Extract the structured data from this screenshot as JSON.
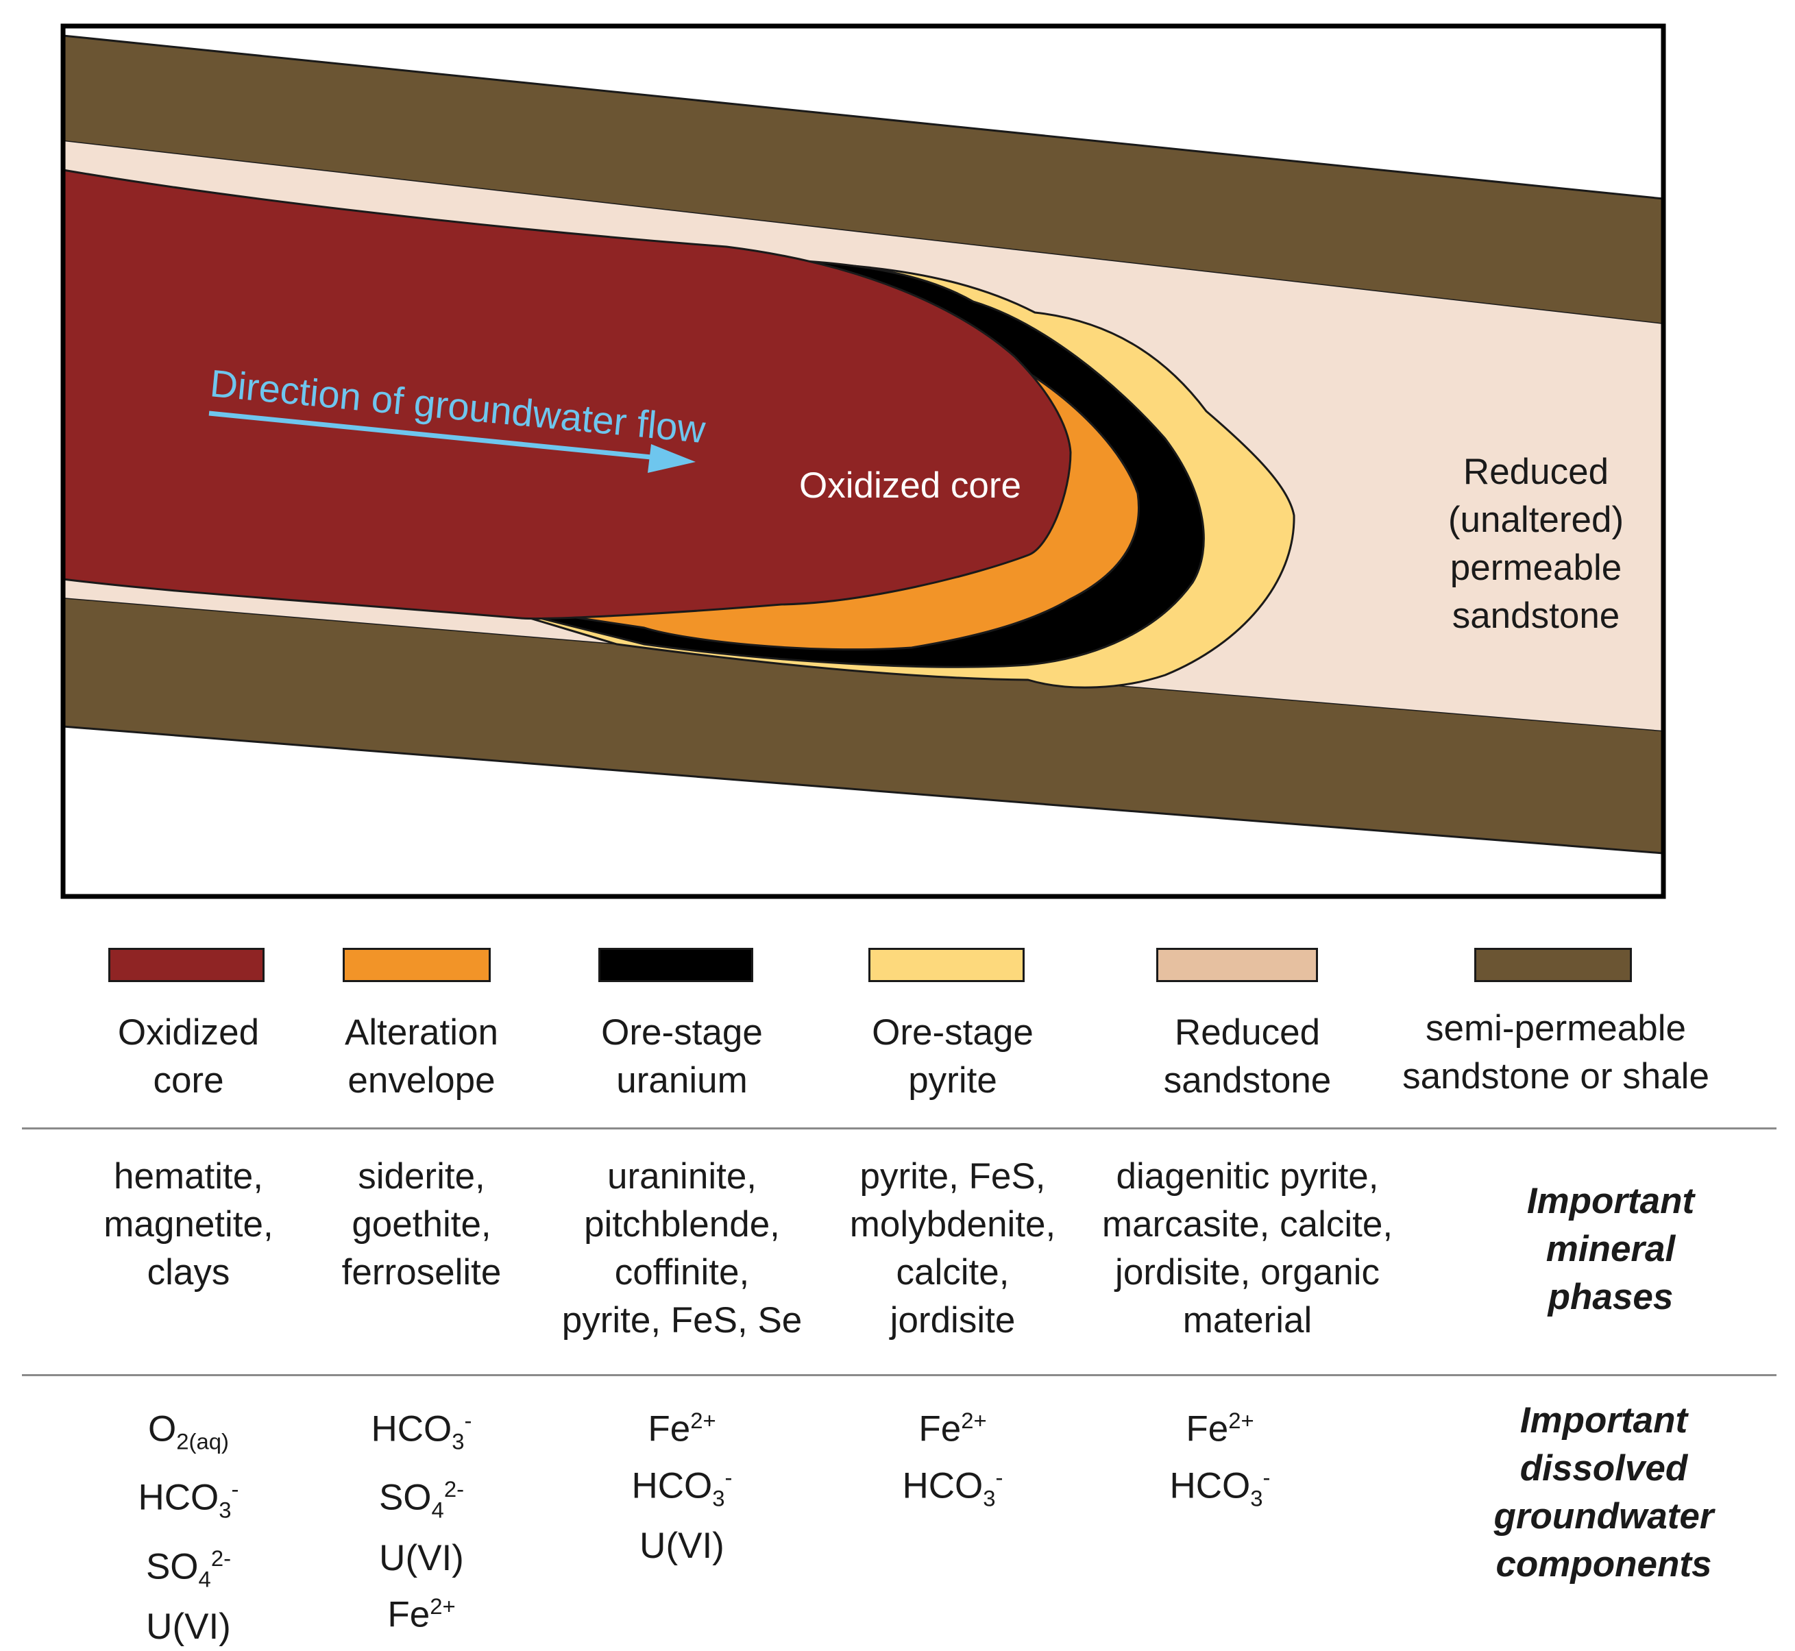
{
  "colors": {
    "oxidized_core": "#8f2424",
    "alteration_envelope": "#f29428",
    "ore_uranium": "#000000",
    "ore_pyrite": "#fdd97c",
    "reduced_sandstone": "#f3e0d2",
    "reduced_sandstone_swatch": "#e6c0a0",
    "shale": "#6b5533",
    "flow_arrow": "#6ec6ee"
  },
  "diagram": {
    "flow_label": "Direction of groundwater flow",
    "core_label": "Oxidized core",
    "reduced_label": [
      "Reduced",
      "(unaltered)",
      "permeable",
      "sandstone"
    ]
  },
  "legend": [
    {
      "key": "oxidized_core",
      "label": [
        "Oxidized",
        "core"
      ]
    },
    {
      "key": "alteration_envelope",
      "label": [
        "Alteration",
        "envelope"
      ]
    },
    {
      "key": "ore_uranium",
      "label": [
        "Ore-stage",
        "uranium"
      ]
    },
    {
      "key": "ore_pyrite",
      "label": [
        "Ore-stage",
        "pyrite"
      ]
    },
    {
      "key": "reduced_sandstone_swatch",
      "label": [
        "Reduced",
        "sandstone"
      ]
    },
    {
      "key": "shale",
      "label": [
        "semi-permeable",
        "sandstone or shale"
      ]
    }
  ],
  "minerals": {
    "heading": [
      "Important",
      "mineral",
      "phases"
    ],
    "columns": [
      [
        "hematite,",
        "magnetite,",
        "clays"
      ],
      [
        "siderite,",
        "goethite,",
        "ferroselite"
      ],
      [
        "uraninite,",
        "pitchblende,",
        "coffinite,",
        "pyrite, FeS, Se"
      ],
      [
        "pyrite, FeS,",
        "molybdenite,",
        "calcite,",
        "jordisite"
      ],
      [
        "diagenitic pyrite,",
        "marcasite, calcite,",
        "jordisite, organic",
        "material"
      ]
    ]
  },
  "dissolved": {
    "heading": [
      "Important",
      "dissolved",
      "groundwater",
      "components"
    ],
    "columns": [
      [
        [
          "O",
          "2(aq)",
          ""
        ],
        [
          "HCO",
          "3",
          "-"
        ],
        [
          "SO",
          "4",
          "2-"
        ],
        [
          "U(VI)",
          "",
          ""
        ]
      ],
      [
        [
          "HCO",
          "3",
          "-"
        ],
        [
          "SO",
          "4",
          "2-"
        ],
        [
          "U(VI)",
          "",
          ""
        ],
        [
          "Fe",
          "",
          "2+"
        ]
      ],
      [
        [
          "Fe",
          "",
          "2+"
        ],
        [
          "HCO",
          "3",
          "-"
        ],
        [
          "U(VI)",
          "",
          ""
        ]
      ],
      [
        [
          "Fe",
          "",
          "2+"
        ],
        [
          "HCO",
          "3",
          "-"
        ]
      ],
      [
        [
          "Fe",
          "",
          "2+"
        ],
        [
          "HCO",
          "3",
          "-"
        ]
      ]
    ]
  }
}
